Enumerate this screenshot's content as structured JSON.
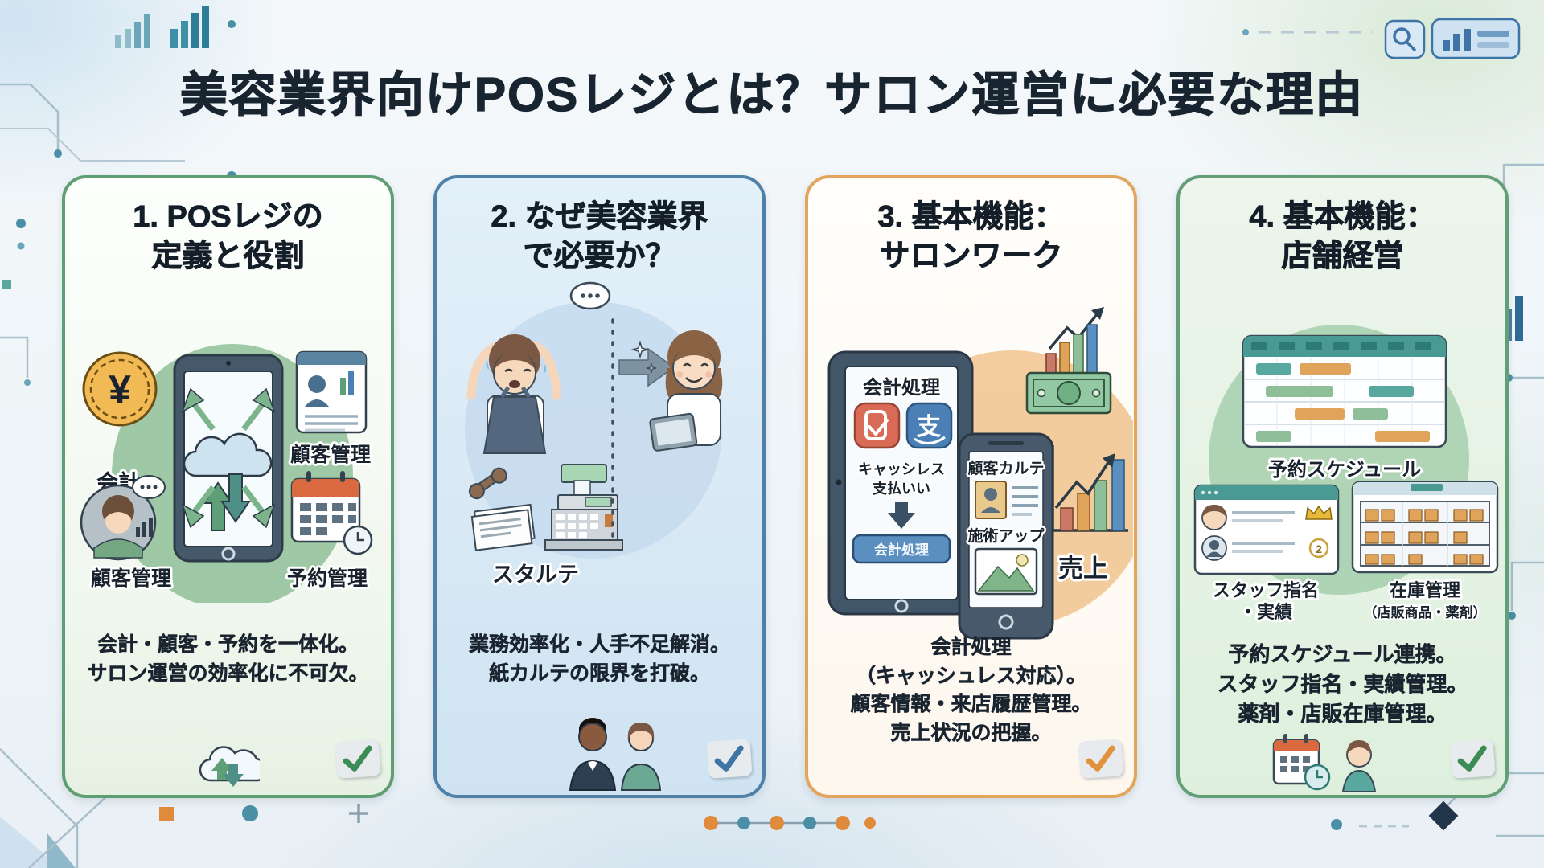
{
  "title": "美容業界向けPOSレジとは？サロン運営に必要な理由",
  "cards": [
    {
      "heading": [
        "1. POSレジの",
        "定義と役割"
      ],
      "labels": {
        "yen": "¥",
        "accounting": "会計",
        "customer_card": "顧客管理",
        "customer_avatar": "顧客管理",
        "reservation": "予約管理"
      },
      "description": [
        "会計・顧客・予約を一体化。",
        "サロン運営の効率化に不可欠。"
      ]
    },
    {
      "heading": [
        "2. なぜ美容業界",
        "で必要か？"
      ],
      "labels": {
        "paper_karte": "スタルテ"
      },
      "description": [
        "業務効率化・人手不足解消。",
        "紙カルテの限界を打破。"
      ]
    },
    {
      "heading": [
        "3. 基本機能：",
        "サロンワーク"
      ],
      "labels": {
        "tablet_title": "会計処理",
        "pay_app": "支",
        "cashless": [
          "キャッシレス",
          "支払いい"
        ],
        "pay_button": "会計処理",
        "phone_title": "顧客カルテ",
        "phone_sub": "施術アップ",
        "sales": "売上"
      },
      "description": [
        "会計処理",
        "（キャッシュレス対応）。",
        "顧客情報・来店履歴管理。",
        "売上状況の把握。"
      ]
    },
    {
      "heading": [
        "4. 基本機能：",
        "店舗経営"
      ],
      "labels": {
        "schedule": "予約スケジュール",
        "staff": [
          "スタッフ指名",
          "・実績"
        ],
        "rank_badge": "2",
        "inventory": [
          "在庫管理",
          "（店販商品・薬剤）"
        ]
      },
      "description": [
        "予約スケジュール連携。",
        "スタッフ指名・実績管理。",
        "薬剤・店販在庫管理。"
      ]
    }
  ],
  "colors": {
    "card1_border": "#5f9e72",
    "card2_border": "#4f80a7",
    "card3_border": "#e3a45b",
    "card4_border": "#629e77",
    "check_green": "#3d8c55",
    "check_blue": "#3f74a6",
    "check_orange": "#e2913f",
    "accent_teal": "#4a8fa5",
    "accent_orange": "#e08a3c"
  },
  "icons": {
    "top_left": "bar-chart-icon",
    "top_right_search": "search-icon",
    "top_right_stats": "stats-icon",
    "card1_center": "cloud-sync-icon",
    "card_check": "check-icon"
  }
}
